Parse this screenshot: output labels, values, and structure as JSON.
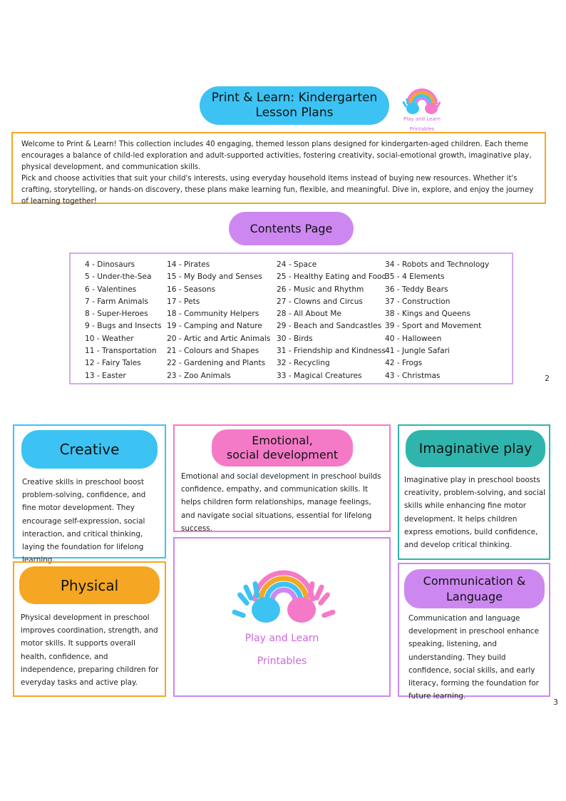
{
  "header": {
    "title_line1": "Print & Learn: Kindergarten",
    "title_line2": "Lesson Plans",
    "logo_line1": "Play and Learn",
    "logo_line2": "Printables"
  },
  "intro": {
    "p1": "Welcome to Print & Learn! This collection includes 40 engaging, themed lesson plans designed for kindergarten-aged children. Each theme encourages a balance of child-led exploration and adult-supported activities, fostering creativity, social-emotional growth, imaginative play, physical development, and communication skills.",
    "p2": "Pick and choose activities that suit your child's interests, using everyday household items instead of buying new resources. Whether it's crafting, storytelling, or hands-on discovery, these plans make learning fun, flexible, and meaningful. Dive in, explore, and enjoy the journey of learning together!"
  },
  "contents": {
    "title": "Contents Page",
    "columns": [
      [
        "4 - Dinosaurs",
        "5 - Under-the-Sea",
        "6 - Valentines",
        "7 - Farm Animals",
        "8 - Super-Heroes",
        "9 - Bugs and Insects",
        "10 - Weather",
        "11 - Transportation",
        "12 - Fairy Tales",
        "13 - Easter"
      ],
      [
        "14 - Pirates",
        "15 - My Body and Senses",
        "16 - Seasons",
        "17 - Pets",
        "18 - Community Helpers",
        "19 - Camping and Nature",
        "20 - Artic and Artic Animals",
        "21 - Colours and Shapes",
        "22 - Gardening and Plants",
        "23 - Zoo Animals"
      ],
      [
        "24 - Space",
        "25 - Healthy Eating and Food",
        "26 - Music and Rhythm",
        "27 - Clowns and Circus",
        "28 - All About Me",
        "29 - Beach and Sandcastles",
        "30 - Birds",
        "31 - Friendship and Kindness",
        "32 - Recycling",
        "33 - Magical Creatures"
      ],
      [
        "34 - Robots and Technology",
        "35 - 4 Elements",
        "36 - Teddy Bears",
        "37 - Construction",
        "38 - Kings and Queens",
        "39 - Sport and Movement",
        "40 - Halloween",
        "41 - Jungle Safari",
        "42 - Frogs",
        "43 - Christmas"
      ]
    ]
  },
  "page_numbers": {
    "first": "2",
    "second": "3"
  },
  "cards": {
    "creative": {
      "title": "Creative",
      "text": "Creative skills in preschool boost problem-solving, confidence, and fine motor development. They encourage self-expression, social interaction, and critical thinking, laying the foundation for lifelong learning."
    },
    "emotional": {
      "title_line1": "Emotional,",
      "title_line2": "social development",
      "text": "Emotional and social development in preschool builds confidence, empathy, and communication skills. It helps children form relationships, manage feelings, and navigate social situations, essential for lifelong success."
    },
    "imaginative": {
      "title": "Imaginative play",
      "text": "Imaginative play in preschool boosts creativity, problem-solving, and social skills while enhancing fine motor development. It helps children express emotions, build confidence, and develop critical thinking."
    },
    "physical": {
      "title": "Physical",
      "text": "Physical development in preschool improves coordination, strength, and motor skills. It supports overall health, confidence, and independence, preparing children for everyday tasks and active play."
    },
    "communication": {
      "title_line1": "Communication &",
      "title_line2": "Language",
      "text": "Communication and language development in preschool enhance speaking, listening, and understanding. They build confidence, social skills, and early literacy, forming the foundation for future learning."
    },
    "logo": {
      "line1": "Play and Learn",
      "line2": "Printables"
    }
  },
  "colors": {
    "blue": "#3cc3f3",
    "orange": "#f5a623",
    "purple": "#cc88f0",
    "pink": "#f47ac7",
    "teal": "#2fb5ad"
  }
}
